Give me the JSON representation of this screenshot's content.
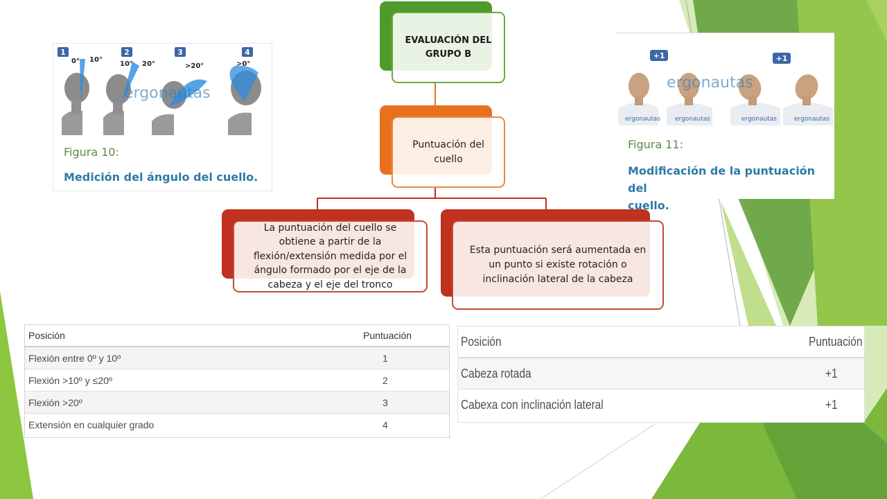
{
  "figure10": {
    "badges": [
      "1",
      "2",
      "3",
      "4"
    ],
    "angles": [
      "0°",
      "10°",
      "10°",
      "20°",
      ">20°",
      ">0°"
    ],
    "watermark": "ergonautas",
    "label": "Figura 10:",
    "title": "Medición del ángulo del cuello."
  },
  "figure11": {
    "badges": [
      "+1",
      "+1"
    ],
    "watermark": "ergonautas",
    "label": "Figura 11:",
    "title_line1": "Modificación de la puntuación del",
    "title_line2": "cuello."
  },
  "org_chart": {
    "top": {
      "line1": "EVALUACIÓN DEL",
      "line2": "GRUPO B"
    },
    "middle": {
      "line1": "Puntuación del",
      "line2": "cuello"
    },
    "left": {
      "line1": "La puntuación del cuello se",
      "line2": "obtiene a partir de la",
      "line3": "flexión/extensión medida por el",
      "line4": "ángulo formado por el eje de la",
      "line5": "cabeza y el eje del tronco"
    },
    "right": {
      "line1": "Esta puntuación será aumentada en",
      "line2": "un punto si existe rotación o",
      "line3": "inclinación lateral de la cabeza"
    }
  },
  "table_flexion": {
    "headers": {
      "position": "Posición",
      "score": "Puntuación"
    },
    "rows": [
      {
        "position": "Flexión entre 0º y 10º",
        "score": "1"
      },
      {
        "position": "Flexión  >10º y ≤20º",
        "score": "2"
      },
      {
        "position": "Flexión >20º",
        "score": "3"
      },
      {
        "position": "Extensión en cualquier grado",
        "score": "4"
      }
    ]
  },
  "table_modifiers": {
    "headers": {
      "position": "Posición",
      "score": "Puntuación"
    },
    "rows": [
      {
        "position": "Cabeza rotada",
        "score": "+1"
      },
      {
        "position": "Cabexa con inclinación lateral",
        "score": "+1"
      }
    ]
  },
  "colors": {
    "green_dark": "#4e9a2a",
    "green_mid": "#7cb83c",
    "green_light": "#c5e09a",
    "orange": "#e8711f",
    "red": "#c0311f",
    "caption_green": "#5a8a43",
    "caption_blue": "#2e7aa6"
  }
}
